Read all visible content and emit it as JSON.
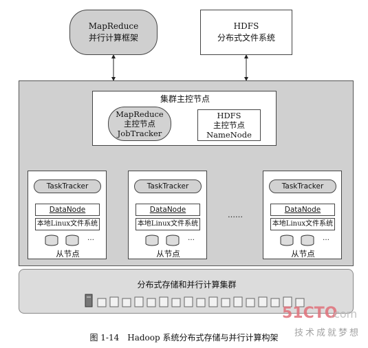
{
  "top": {
    "mapreduce": {
      "line1": "MapReduce",
      "line2": "并行计算框架"
    },
    "hdfs": {
      "line1": "HDFS",
      "line2": "分布式文件系统"
    }
  },
  "cluster": {
    "master": {
      "title": "集群主控节点",
      "jobtracker": {
        "line1": "MapReduce",
        "line2": "主控节点",
        "line3": "JobTracker"
      },
      "namenode": {
        "line1": "HDFS",
        "line2": "主控节点",
        "line3": "NameNode"
      }
    },
    "slaves": [
      {
        "tasktracker": "TaskTracker",
        "datanode": "DataNode",
        "fs": "本地Linux文件系统",
        "more": "…",
        "label": "从节点"
      },
      {
        "tasktracker": "TaskTracker",
        "datanode": "DataNode",
        "fs": "本地Linux文件系统",
        "more": "…",
        "label": "从节点"
      },
      {
        "tasktracker": "TaskTracker",
        "datanode": "DataNode",
        "fs": "本地Linux文件系统",
        "more": "…",
        "label": "从节点"
      }
    ],
    "between_dots": "……"
  },
  "storage": {
    "title": "分布式存储和并行计算集群"
  },
  "watermark": {
    "site": "51CTO.com",
    "tagline": "技术成就梦想"
  },
  "caption": "图 1-14　Hadoop 系统分布式存储与并行计算构架",
  "colors": {
    "gray_fill": "#d0d0d0",
    "border": "#444444",
    "watermark_red": "#e0707a"
  }
}
